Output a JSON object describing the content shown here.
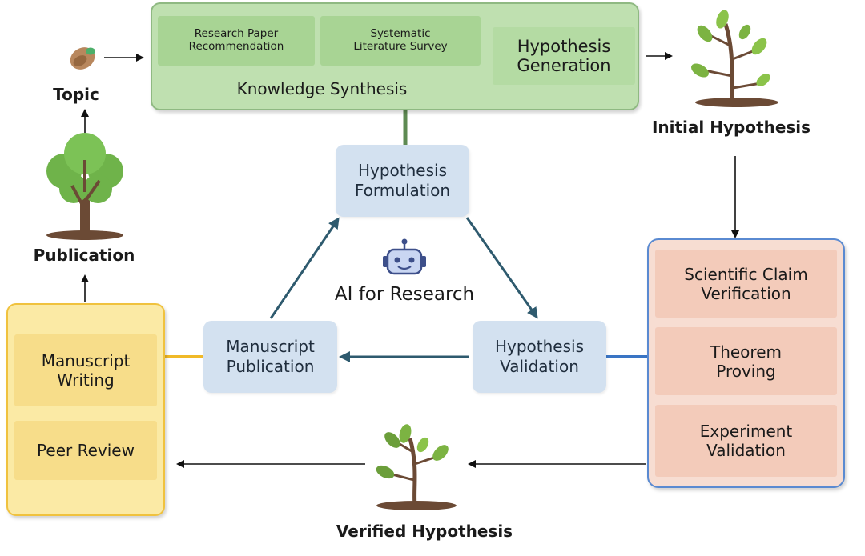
{
  "knowledge_synthesis": {
    "label": "Knowledge Synthesis",
    "items": [
      "Research Paper\nRecommendation",
      "Systematic\nLiterature Survey"
    ],
    "hypothesis_generation": "Hypothesis\nGeneration"
  },
  "cycle": {
    "center_label": "AI for Research",
    "formulation": "Hypothesis\nFormulation",
    "validation": "Hypothesis\nValidation",
    "publication": "Manuscript\nPublication"
  },
  "verification": {
    "items": [
      "Scientific Claim\nVerification",
      "Theorem\nProving",
      "Experiment\nValidation"
    ]
  },
  "writing": {
    "items": [
      "Manuscript\nWriting",
      "Peer Review"
    ]
  },
  "stages": {
    "topic": "Topic",
    "publication": "Publication",
    "initial_hypothesis": "Initial Hypothesis",
    "verified_hypothesis": "Verified Hypothesis"
  },
  "colors": {
    "synthesis_fill": "#bfe0b0",
    "synthesis_link": "#5e8a52",
    "cycle_fill": "#d3e1f0",
    "cycle_arrow": "#2e5a6e",
    "verification_fill": "#f7ddd2",
    "verification_border": "#5a8ad1",
    "writing_fill": "#fbeaa5",
    "writing_border": "#f0c23e"
  },
  "icons": [
    "seed-icon",
    "sapling-icon",
    "plant-icon",
    "tree-icon",
    "robot-icon"
  ]
}
